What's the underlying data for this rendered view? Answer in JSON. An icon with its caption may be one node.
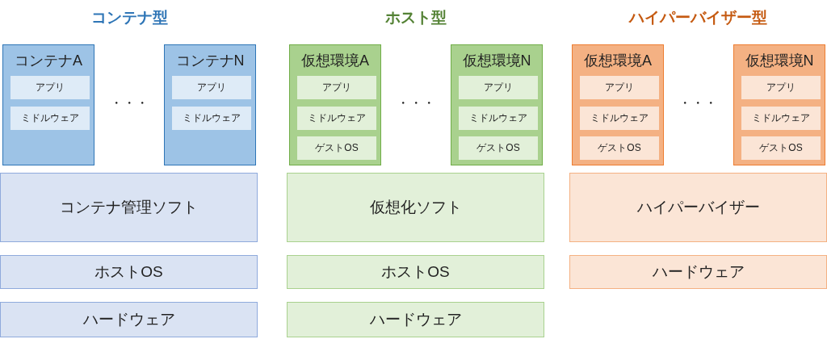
{
  "diagram": {
    "nodes": [
      {
        "text": [
          "コンテナA"
        ]
      },
      {
        "text": [
          "アプリ"
        ],
        "in": 0
      },
      {
        "text": [
          "ミドルウェア"
        ],
        "in": 0
      },
      {
        "text": [
          "コンテナN"
        ]
      },
      {
        "text": [
          "アプリ"
        ],
        "in": 3
      },
      {
        "text": [
          "ミドルウェア"
        ],
        "in": 3
      },
      {
        "text": [
          "コンテナ管理ソフト"
        ]
      },
      {
        "text": [
          "ホストOS"
        ]
      },
      {
        "text": [
          "ハードウェア"
        ]
      },
      {
        "text": [
          "仮想環境A"
        ]
      },
      {
        "text": [
          "アプリ"
        ],
        "in": 9
      },
      {
        "text": [
          "ミドルウェア"
        ],
        "in": 9
      },
      {
        "text": [
          "ゲストOS"
        ],
        "in": 9
      },
      {
        "text": [
          "仮想環境N"
        ]
      },
      {
        "text": [
          "アプリ"
        ],
        "in": 13
      },
      {
        "text": [
          "ミドルウェア"
        ],
        "in": 13
      },
      {
        "text": [
          "ゲストOS"
        ],
        "in": 13
      },
      {
        "text": [
          "仮想化ソフト"
        ]
      },
      {
        "text": [
          "ホストOS"
        ]
      },
      {
        "text": [
          "ハードウェア"
        ]
      },
      {
        "text": [
          "仮想環境A"
        ]
      },
      {
        "text": [
          "アプリ"
        ],
        "in": 20
      },
      {
        "text": [
          "ミドルウェア"
        ],
        "in": 20
      },
      {
        "text": [
          "ゲストOS"
        ],
        "in": 20
      },
      {
        "text": [
          "仮想環境N"
        ]
      },
      {
        "text": [
          "アプリ"
        ],
        "in": 24
      },
      {
        "text": [
          "ミドルウェア"
        ],
        "in": 24
      },
      {
        "text": [
          "ゲストOS"
        ],
        "in": 24
      },
      {
        "text": [
          "ハイパーバイザー"
        ]
      },
      {
        "text": [
          "ハードウェア"
        ]
      }
    ],
    "labels": [
      "コンテナ型",
      "ホスト型",
      "ハイパーバイザー型",
      "・・・",
      "・・・",
      "・・・"
    ]
  }
}
